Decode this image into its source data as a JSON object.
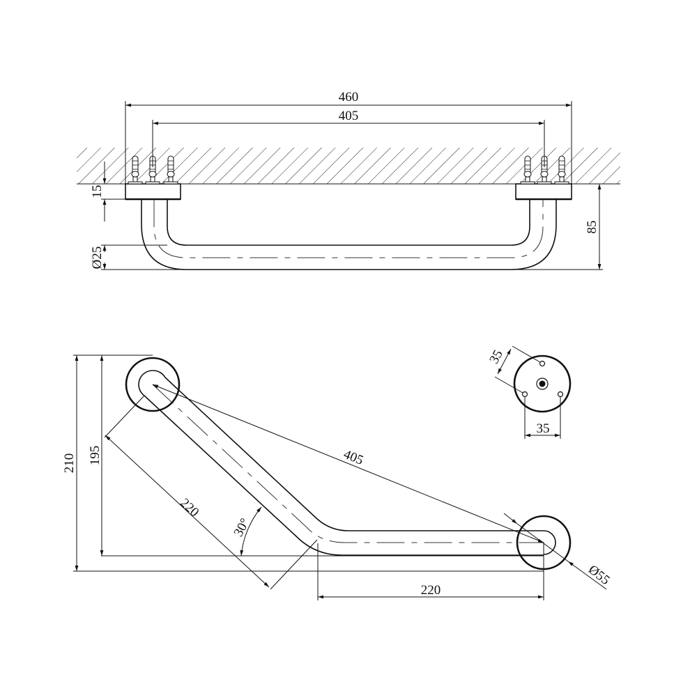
{
  "colors": {
    "line": "#111111",
    "background": "#ffffff"
  },
  "front_view": {
    "dimensions": {
      "overall_length": "460",
      "center_distance": "405",
      "flange_thickness": "15",
      "projection": "85",
      "tube_diameter": "Ø25"
    },
    "anchors_per_flange": 3
  },
  "plan_view": {
    "dimensions": {
      "overall_height": "210",
      "center_height": "195",
      "angled_leg_length": "220",
      "straight_leg_length": "220",
      "diagonal_center_distance": "405",
      "angle": "30°",
      "flange_diameter": "Ø55"
    }
  },
  "flange_detail": {
    "dimensions": {
      "hole_spacing_diagonal": "35",
      "hole_spacing_horizontal": "35"
    },
    "holes": 3
  }
}
